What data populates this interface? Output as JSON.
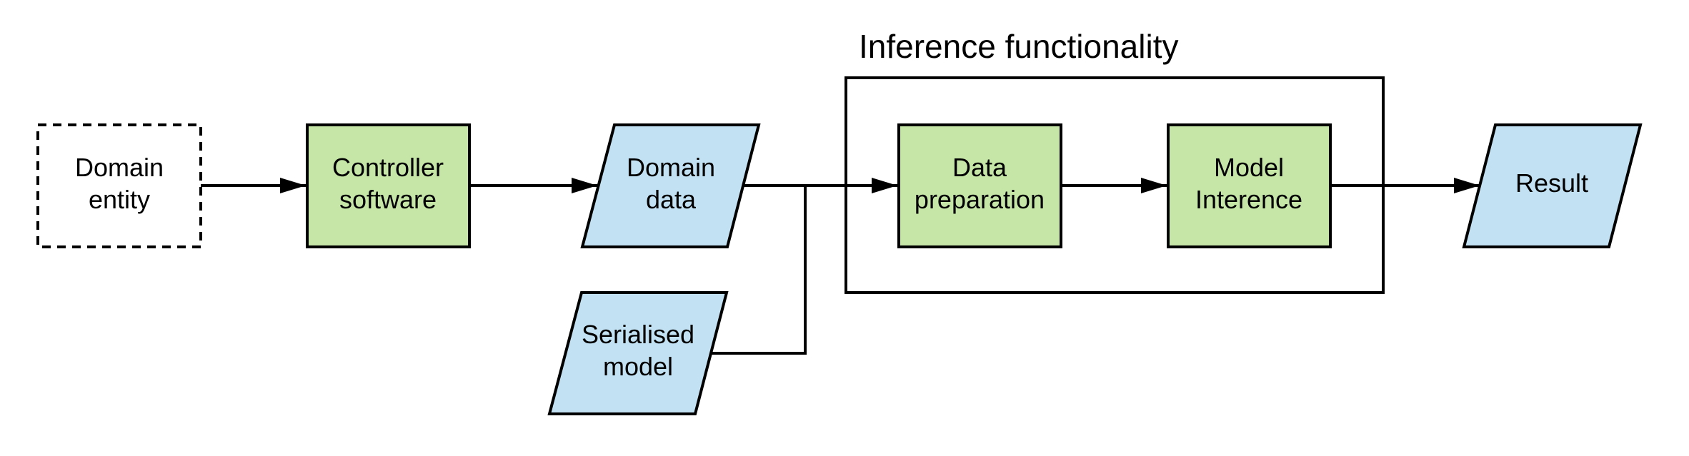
{
  "colors": {
    "process_fill": "#c6e6a8",
    "data_fill": "#c2e2f4",
    "stroke": "#000000",
    "background": "#ffffff"
  },
  "group": {
    "title": "Inference functionality"
  },
  "nodes": {
    "domain_entity": {
      "line1": "Domain",
      "line2": "entity"
    },
    "controller_software": {
      "line1": "Controller",
      "line2": "software"
    },
    "domain_data": {
      "line1": "Domain",
      "line2": "data"
    },
    "serialised_model": {
      "line1": "Serialised",
      "line2": "model"
    },
    "data_preparation": {
      "line1": "Data",
      "line2": "preparation"
    },
    "model_interence": {
      "line1": "Model",
      "line2": "Interence"
    },
    "result": {
      "line1": "Result"
    }
  }
}
